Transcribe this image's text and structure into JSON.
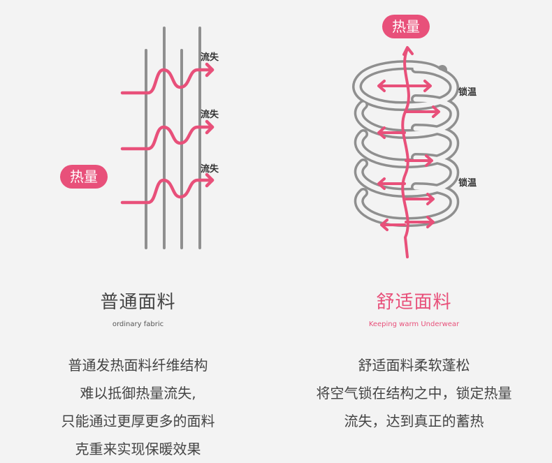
{
  "left": {
    "badge": "热量",
    "flow_labels": [
      "流失",
      "流失",
      "流失"
    ],
    "title": "普通面料",
    "subtitle": "ordinary fabric",
    "description": [
      "普通发热面料纤维结构",
      "难以抵御热量流失,",
      "只能通过更厚更多的面料",
      "克重来实现保暖效果"
    ]
  },
  "right": {
    "badge": "热量",
    "lock_labels": [
      "锁温",
      "锁温"
    ],
    "title": "舒适面料",
    "subtitle": "Keeping warm Underwear",
    "description": [
      "舒适面料柔软蓬松",
      "将空气锁在结构之中，锁定热量",
      "流失，达到真正的蓄热"
    ]
  },
  "colors": {
    "accent": "#e8507a",
    "fiber": "#8f8f8f",
    "text": "#444444"
  }
}
